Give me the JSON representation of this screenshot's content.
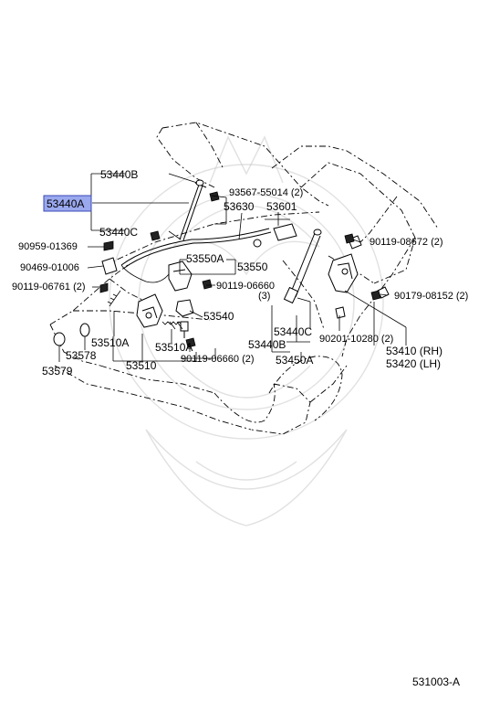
{
  "diagram": {
    "highlighted_part": "53440A",
    "figure_code": "531003-A",
    "callouts": {
      "p53440B": "53440B",
      "p53440A": "53440A",
      "p53440C_left": "53440C",
      "p93567": "93567-55014 (2)",
      "p53630": "53630",
      "p53601": "53601",
      "p90959": "90959-01369",
      "p90469": "90469-01006",
      "p90119_06761": "90119-06761 (2)",
      "p53550A": "53550A",
      "p53550": "53550",
      "p90119_06660_3": "90119-06660",
      "p90119_06660_3_qty": "(3)",
      "p53540": "53540",
      "p53510A_left": "53510A",
      "p53510A_right": "53510A",
      "p53578": "53578",
      "p53579": "53579",
      "p53510": "53510",
      "p90119_06660_2": "90119-06660 (2)",
      "p90119_08672": "90119-08672 (2)",
      "p90179_08152": "90179-08152 (2)",
      "p53440C_right": "53440C",
      "p53440B_right": "53440B",
      "p53450A": "53450A",
      "p90201": "90201-10280 (2)",
      "p53410": "53410 (RH)",
      "p53420": "53420 (LH)"
    }
  }
}
